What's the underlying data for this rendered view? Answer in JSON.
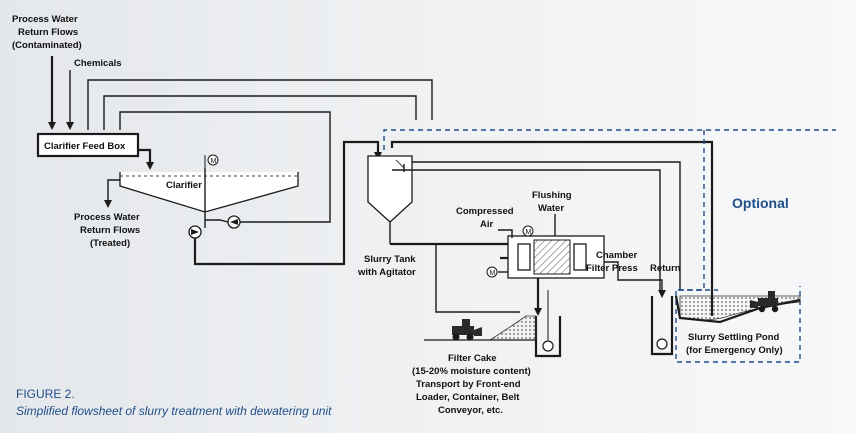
{
  "labels": {
    "process_water_in_1": "Process Water",
    "process_water_in_2": "Return Flows",
    "process_water_in_3": "(Contaminated)",
    "chemicals": "Chemicals",
    "clarifier_feed_box": "Clarifier Feed Box",
    "clarifier": "Clarifier",
    "treated_1": "Process Water",
    "treated_2": "Return Flows",
    "treated_3": "(Treated)",
    "slurry_tank_1": "Slurry Tank",
    "slurry_tank_2": "with Agitator",
    "compressed_air_1": "Compressed",
    "compressed_air_2": "Air",
    "flushing_water_1": "Flushing",
    "flushing_water_2": "Water",
    "chamber_press_1": "Chamber",
    "chamber_press_2": "Filter Press",
    "return": "Return",
    "optional": "Optional",
    "pond_1": "Slurry Settling Pond",
    "pond_2": "(for Emergency Only)",
    "cake_1": "Filter Cake",
    "cake_2": "(15-20% moisture content)",
    "cake_3": "Transport by Front-end",
    "cake_4": "Loader, Container, Belt",
    "cake_5": "Conveyor, etc."
  },
  "caption": {
    "figure": "FIGURE 2.",
    "text": "Simplified flowsheet of slurry treatment with dewatering unit"
  },
  "colors": {
    "accent": "#1f4e8a",
    "line": "#1a1a1a"
  }
}
